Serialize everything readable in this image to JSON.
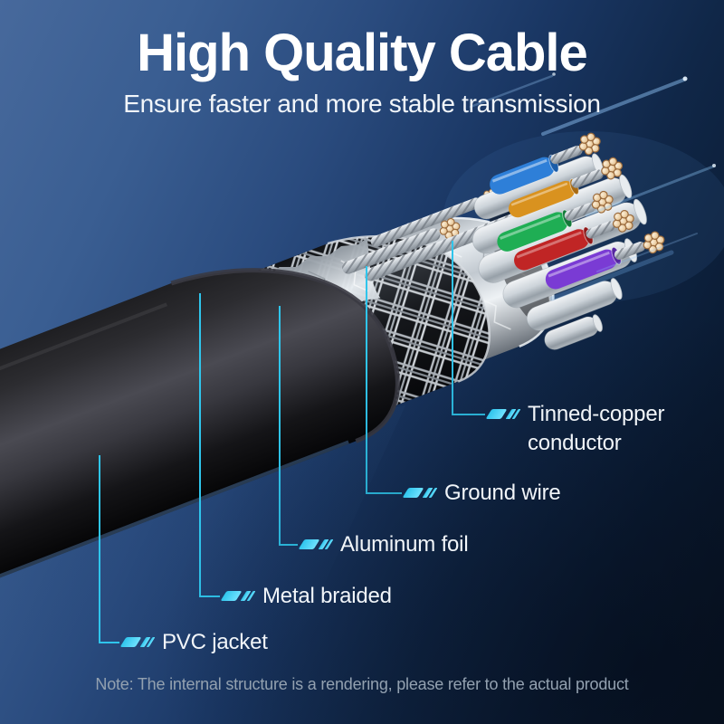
{
  "header": {
    "title": "High Quality Cable",
    "subtitle": "Ensure faster and more stable transmission"
  },
  "callouts": [
    {
      "label": "Tinned-copper conductor"
    },
    {
      "label": "Ground wire"
    },
    {
      "label": "Aluminum foil"
    },
    {
      "label": "Metal braided"
    },
    {
      "label": "PVC jacket"
    }
  ],
  "note": "Note: The internal structure is a rendering, please refer to the actual product",
  "colors": {
    "accent_cyan": "#2FC5EC",
    "accent_bright": "#6FE2FF",
    "title_text": "#FFFFFF",
    "label_text": "#F1F5F9",
    "note_text": "#93A1B0",
    "background_top": "#47699C",
    "background_bottom": "#081322",
    "wire_pvc_black": "#141416",
    "wire_braid_silver": "#C9CED4",
    "wire_foil_silver": "#DDE3E8",
    "wire_copper": "#E9CDA4",
    "wire_blue": "#2E7FD8",
    "wire_orange": "#D9921F",
    "wire_green": "#1FAE54",
    "wire_red": "#C02525",
    "wire_purple": "#7A3BD4"
  }
}
